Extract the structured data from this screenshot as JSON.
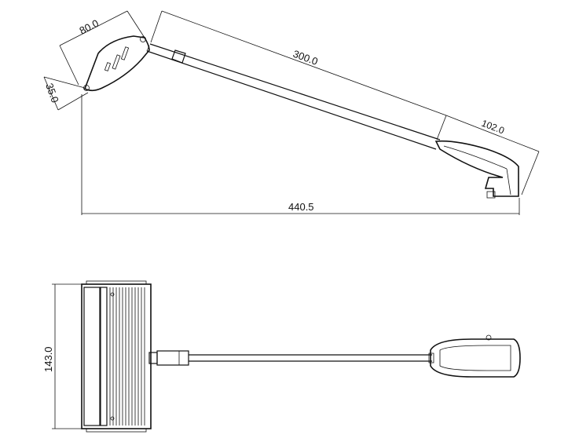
{
  "dimensions": {
    "head_length": "80.0",
    "head_height": "35.0",
    "arm_length": "300.0",
    "lamp_length": "102.0",
    "overall_length": "440.5",
    "head_width": "143.0"
  }
}
